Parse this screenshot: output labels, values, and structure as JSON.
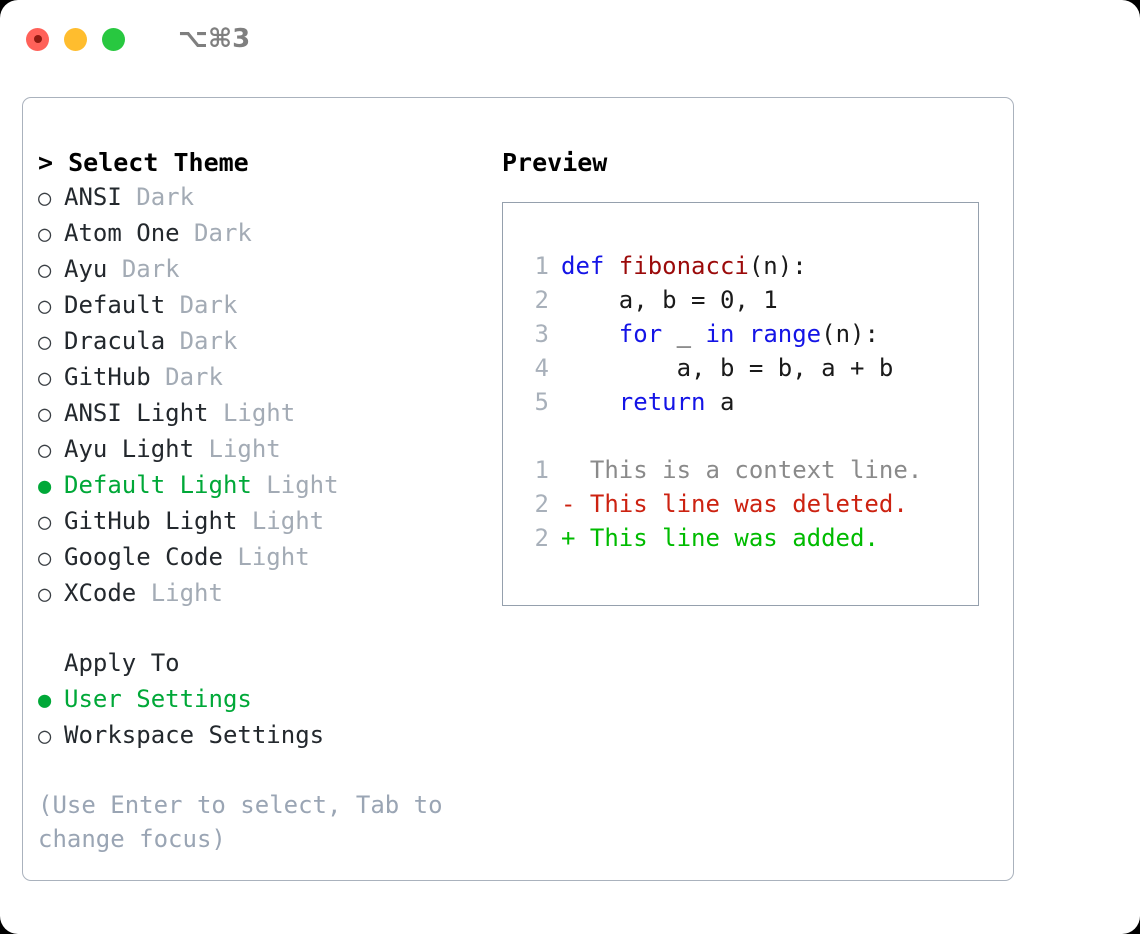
{
  "titlebar": {
    "shortcut": "⌥⌘3",
    "lights": [
      {
        "name": "close",
        "color": "#ff6159"
      },
      {
        "name": "minimize",
        "color": "#ffbd2e"
      },
      {
        "name": "maximize",
        "color": "#28c840"
      }
    ]
  },
  "colors": {
    "selected_green": "#00a838",
    "diff_added_green": "#00bb00",
    "diff_deleted_red": "#cc2211",
    "keyword_blue": "#1414e6",
    "function_red": "#9b0a0a",
    "muted_gray": "#a3abb5",
    "hint_gray": "#9aa5b4",
    "panel_border": "#aab2bd",
    "preview_border": "#95a0ad"
  },
  "theme_list": {
    "heading": "> Select Theme",
    "items": [
      {
        "bullet": "○",
        "name": "ANSI",
        "category": "Dark",
        "selected": false
      },
      {
        "bullet": "○",
        "name": "Atom One",
        "category": "Dark",
        "selected": false
      },
      {
        "bullet": "○",
        "name": "Ayu",
        "category": "Dark",
        "selected": false
      },
      {
        "bullet": "○",
        "name": "Default",
        "category": "Dark",
        "selected": false
      },
      {
        "bullet": "○",
        "name": "Dracula",
        "category": "Dark",
        "selected": false
      },
      {
        "bullet": "○",
        "name": "GitHub",
        "category": "Dark",
        "selected": false
      },
      {
        "bullet": "○",
        "name": "ANSI Light",
        "category": "Light",
        "selected": false
      },
      {
        "bullet": "○",
        "name": "Ayu Light",
        "category": "Light",
        "selected": false
      },
      {
        "bullet": "●",
        "name": "Default Light",
        "category": "Light",
        "selected": true
      },
      {
        "bullet": "○",
        "name": "GitHub Light",
        "category": "Light",
        "selected": false
      },
      {
        "bullet": "○",
        "name": "Google Code",
        "category": "Light",
        "selected": false
      },
      {
        "bullet": "○",
        "name": "XCode",
        "category": "Light",
        "selected": false
      }
    ]
  },
  "apply_to": {
    "heading": "Apply To",
    "items": [
      {
        "bullet": "●",
        "name": "User Settings",
        "selected": true
      },
      {
        "bullet": "○",
        "name": "Workspace Settings",
        "selected": false
      }
    ]
  },
  "hint": "(Use Enter to select, Tab to change focus)",
  "preview": {
    "heading": "Preview",
    "code_lines": [
      {
        "num": "1",
        "segments": [
          {
            "text": "def ",
            "style": "kw"
          },
          {
            "text": "fibonacci",
            "style": "fn"
          },
          {
            "text": "(n):",
            "style": "txt"
          }
        ]
      },
      {
        "num": "2",
        "segments": [
          {
            "text": "    a, b = 0, 1",
            "style": "txt"
          }
        ]
      },
      {
        "num": "3",
        "segments": [
          {
            "text": "    ",
            "style": "txt"
          },
          {
            "text": "for",
            "style": "kw"
          },
          {
            "text": " _ ",
            "style": "txt"
          },
          {
            "text": "in",
            "style": "kw"
          },
          {
            "text": " ",
            "style": "txt"
          },
          {
            "text": "range",
            "style": "kw"
          },
          {
            "text": "(n):",
            "style": "txt"
          }
        ]
      },
      {
        "num": "4",
        "segments": [
          {
            "text": "        a, b = b, a + b",
            "style": "txt"
          }
        ]
      },
      {
        "num": "5",
        "segments": [
          {
            "text": "    ",
            "style": "txt"
          },
          {
            "text": "return",
            "style": "kw"
          },
          {
            "text": " a",
            "style": "txt"
          }
        ]
      }
    ],
    "diff_lines": [
      {
        "num": "1",
        "marker": " ",
        "text": "  This is a context line.",
        "style": "ctx"
      },
      {
        "num": "2",
        "marker": "-",
        "text": "- This line was deleted.",
        "style": "del"
      },
      {
        "num": "2",
        "marker": "+",
        "text": "+ This line was added.",
        "style": "add"
      }
    ]
  }
}
